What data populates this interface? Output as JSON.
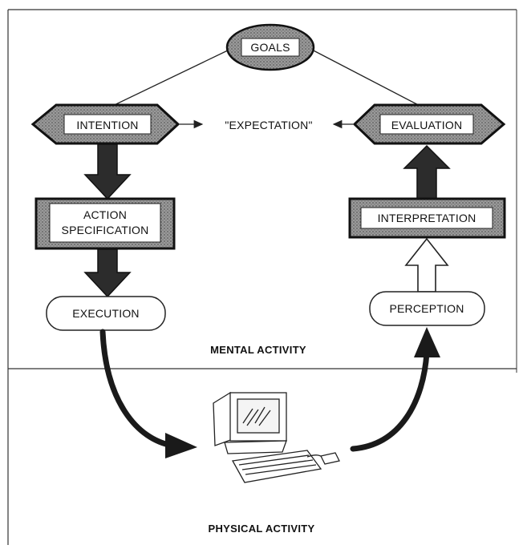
{
  "nodes": {
    "goals": "GOALS",
    "intention": "INTENTION",
    "expectation": "\"EXPECTATION\"",
    "evaluation": "EVALUATION",
    "action_spec_line1": "ACTION",
    "action_spec_line2": "SPECIFICATION",
    "interpretation": "INTERPRETATION",
    "execution": "EXECUTION",
    "perception": "PERCEPTION"
  },
  "regions": {
    "mental": "MENTAL ACTIVITY",
    "physical": "PHYSICAL ACTIVITY"
  },
  "colors": {
    "dark_fill": "#3a3a3a",
    "stipple_fill": "#8a8a8a",
    "line": "#222222",
    "paper": "#ffffff"
  },
  "icons": [
    "computer-icon"
  ]
}
